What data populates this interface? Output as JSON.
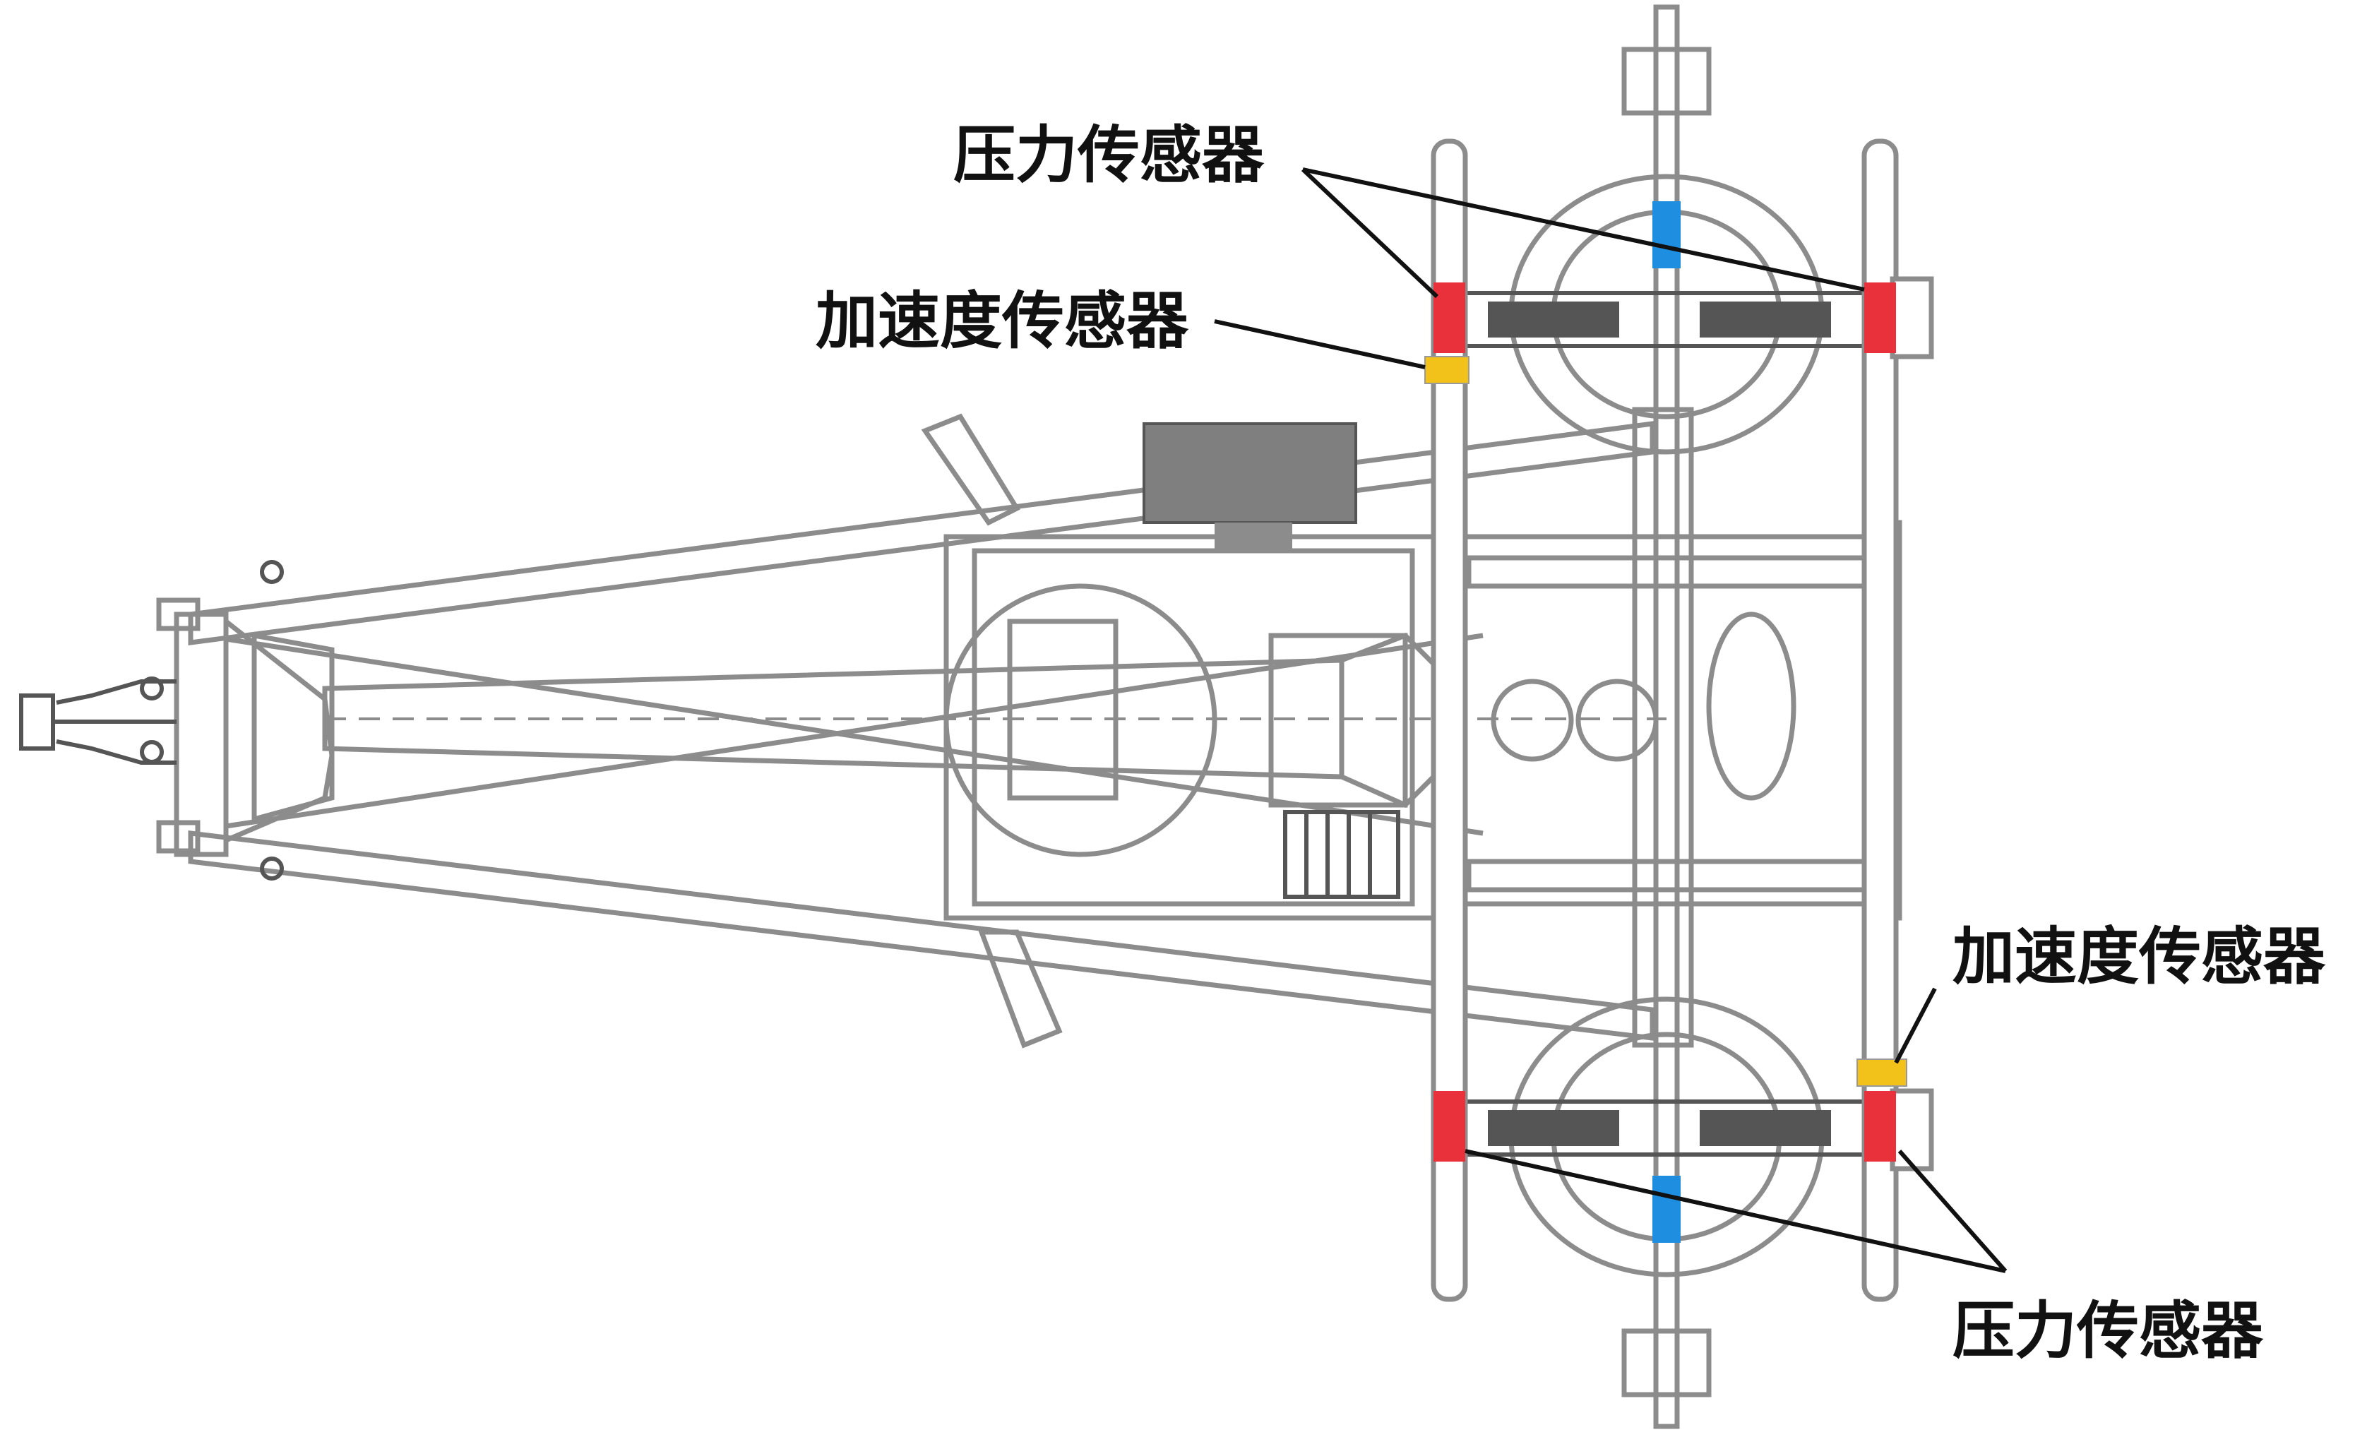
{
  "colors": {
    "line": "#8c8c8c",
    "line_dark": "#555555",
    "pressure_sensor": "#e8313a",
    "acceleration_sensor": "#f2c21b",
    "wheel_sensor": "#1e8fe0",
    "box": "#7f7f7f",
    "leader": "#111111"
  },
  "labels": {
    "pressure_top": "压力传感器",
    "accel_top": "加速度传感器",
    "accel_bottom": "加速度传感器",
    "pressure_bottom": "压力传感器"
  }
}
